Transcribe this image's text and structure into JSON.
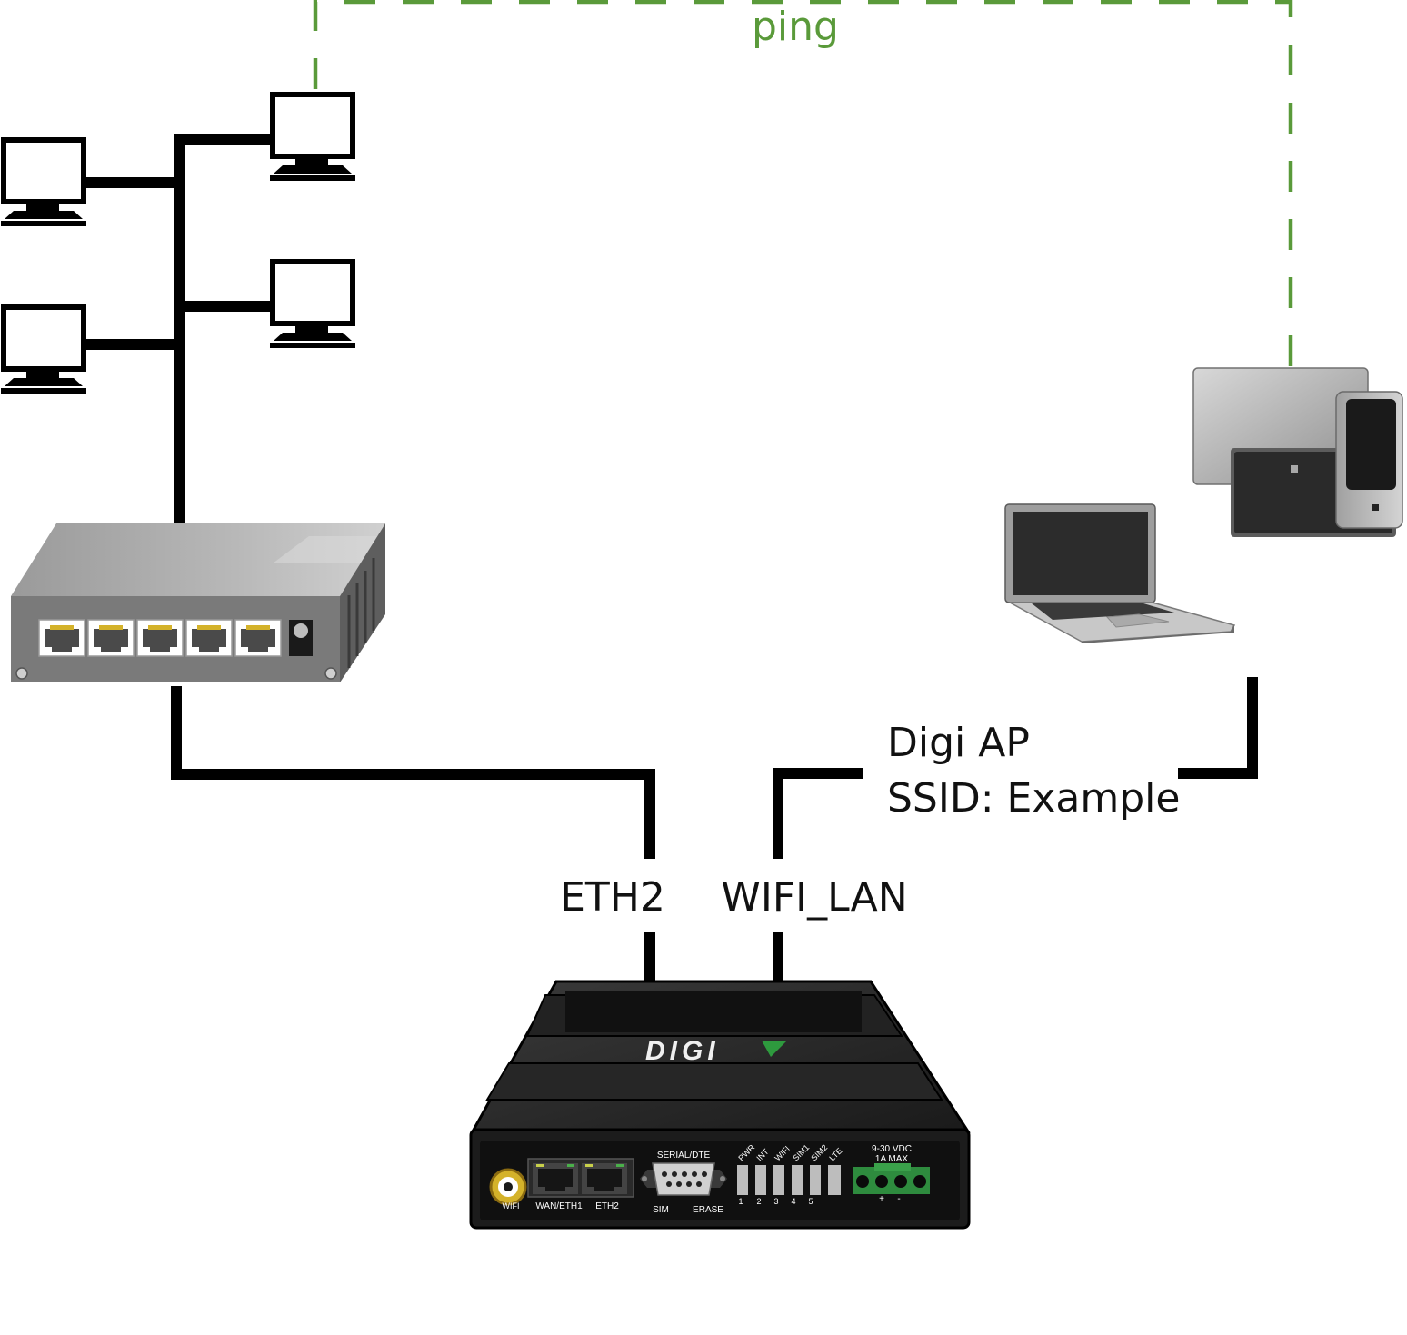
{
  "labels": {
    "ping": "ping",
    "eth2": "ETH2",
    "wifi_lan": "WIFI_LAN",
    "ap_name": "Digi AP",
    "ssid": "SSID: Example"
  },
  "router": {
    "brand": "DIGI",
    "ports": {
      "wifi": "WIFI",
      "wan": "WAN/ETH1",
      "eth2": "ETH2",
      "serial": "SERIAL/DTE",
      "sim": "SIM",
      "erase": "ERASE",
      "power_rating_1": "9-30 VDC",
      "power_rating_2": "1A MAX",
      "plus": "+",
      "minus": "-"
    },
    "leds": [
      "PWR",
      "INT",
      "WIFI",
      "SIM1",
      "SIM2",
      "LTE"
    ],
    "signal_numbers": [
      "1",
      "2",
      "3",
      "4",
      "5"
    ]
  },
  "colors": {
    "ping_line": "#5a9a3a",
    "cable": "#000000",
    "router_body": "#1c1c1c",
    "switch_body": "#8a8a8a",
    "rj45_pins": "#d4b22a",
    "terminal_green": "#2e8b3e"
  },
  "icons": {
    "computer": "desktop-computer-icon",
    "switch": "network-switch-icon",
    "laptop": "laptop-icon",
    "tablet": "tablet-icon",
    "phone": "smartphone-icon",
    "router": "digi-router-icon"
  }
}
